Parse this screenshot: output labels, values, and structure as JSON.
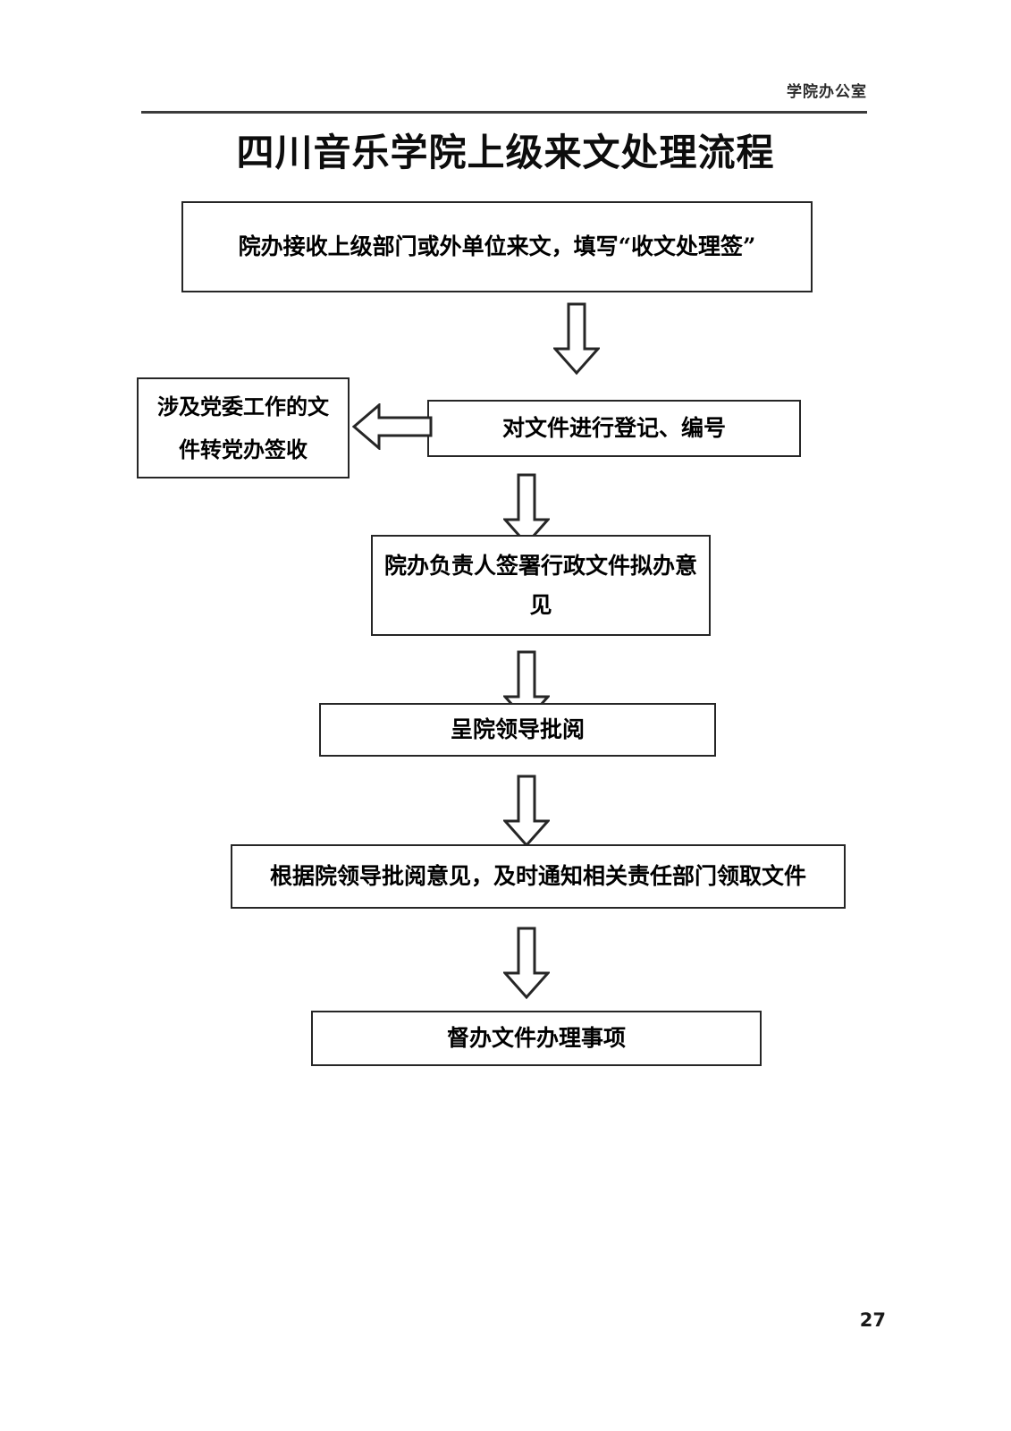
{
  "header": {
    "department_label": "学院办公室"
  },
  "title": "四川音乐学院上级来文处理流程",
  "flowchart": {
    "type": "flowchart",
    "orientation": "top-to-bottom",
    "nodes": [
      {
        "id": "receive",
        "label": "院办接收上级部门或外单位来文，填写“收文处理签”"
      },
      {
        "id": "register",
        "label": "对文件进行登记、编号"
      },
      {
        "id": "party",
        "label": "涉及党委工作的文件转党办签收"
      },
      {
        "id": "sign",
        "label": "院办负责人签署行政文件拟办意见"
      },
      {
        "id": "leader",
        "label": "呈院领导批阅"
      },
      {
        "id": "notify",
        "label": "根据院领导批阅意见，及时通知相关责任部门领取文件"
      },
      {
        "id": "supervise",
        "label": "督办文件办理事项"
      }
    ],
    "edges": [
      {
        "from": "receive",
        "to": "register",
        "direction": "down"
      },
      {
        "from": "register",
        "to": "party",
        "direction": "left"
      },
      {
        "from": "register",
        "to": "sign",
        "direction": "down"
      },
      {
        "from": "sign",
        "to": "leader",
        "direction": "down"
      },
      {
        "from": "leader",
        "to": "notify",
        "direction": "down"
      },
      {
        "from": "notify",
        "to": "supervise",
        "direction": "down"
      }
    ]
  },
  "footer": {
    "page_number": "27"
  },
  "colors": {
    "page_background": "#ffffff",
    "text": "#000000",
    "box_border": "#262626",
    "rule": "#3b3b3b"
  }
}
